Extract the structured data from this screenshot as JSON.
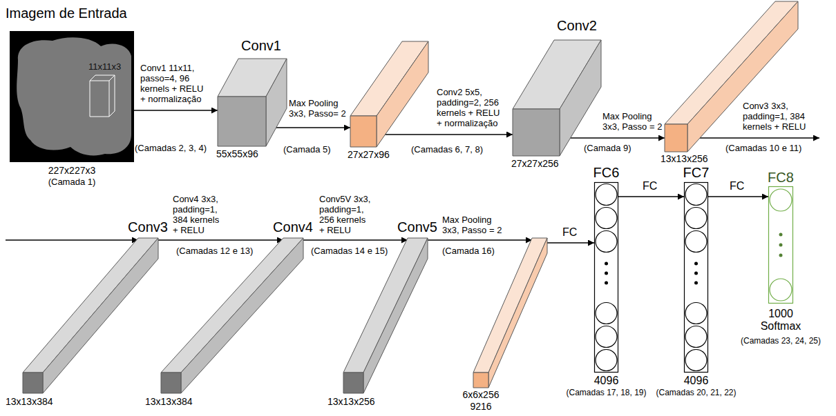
{
  "diagram": {
    "nodes": [
      {
        "text": [
          "Imagem de Entrada",
          "11x11x3",
          "227x227x3",
          "(Camada 1)"
        ]
      },
      {
        "text": [
          "Conv1",
          "55x55x96"
        ]
      },
      {
        "text": [
          "27x27x96"
        ]
      },
      {
        "text": [
          "Conv2",
          "27x27x256"
        ]
      },
      {
        "text": [
          "13x13x256"
        ]
      },
      {
        "text": [
          "Conv3",
          "13x13x384"
        ]
      },
      {
        "text": [
          "Conv4",
          "13x13x384"
        ]
      },
      {
        "text": [
          "Conv5",
          "13x13x256"
        ]
      },
      {
        "text": [
          "6x6x256",
          "9216"
        ]
      },
      {
        "text": [
          "FC6",
          "4096",
          "(Camadas 17, 18, 19)"
        ]
      },
      {
        "text": [
          "FC7",
          "4096",
          "(Camadas 20, 21, 22)"
        ]
      },
      {
        "text": [
          "FC8",
          "1000 Softmax",
          "(Camadas 23, 24, 25)"
        ]
      }
    ],
    "edges": [
      {
        "from": 0,
        "to": 1,
        "arrow": "to",
        "label": "Conv1 11x11, passo=4, 96 kernels + RELU + normalização"
      },
      {
        "from": 1,
        "to": 2,
        "arrow": "to",
        "label": "Max Pooling 3x3, Passo= 2"
      },
      {
        "from": 2,
        "to": 3,
        "arrow": "to",
        "label": "Conv2 5x5, padding=2, 256 kernels + RELU + normalização"
      },
      {
        "from": 3,
        "to": 4,
        "arrow": "to",
        "label": "Max Pooling 3x3, Passo = 2"
      },
      {
        "from": 4,
        "to": 5,
        "arrow": "to",
        "label": "Conv3 3x3, padding=1, 384 kernels + RELU"
      },
      {
        "from": 5,
        "to": 6,
        "arrow": "to",
        "label": "Conv4 3x3, padding=1, 384 kernels + RELU"
      },
      {
        "from": 6,
        "to": 7,
        "arrow": "to",
        "label": "Conv5V 3x3, padding=1, 256 kernels + RELU"
      },
      {
        "from": 7,
        "to": 8,
        "arrow": "to",
        "label": "Max Pooling 3x3, Passo = 2"
      },
      {
        "from": 8,
        "to": 9,
        "arrow": "to",
        "label": "FC"
      },
      {
        "from": 9,
        "to": 10,
        "arrow": "to",
        "label": "FC"
      },
      {
        "from": 10,
        "to": 11,
        "arrow": "to",
        "label": "FC"
      }
    ],
    "labels": [
      "(Camadas 2, 3, 4)",
      "(Camada 5)",
      "(Camadas 6, 7, 8)",
      "(Camada 9)",
      "(Camadas 10 e 11)",
      "(Camadas 12 e 13)",
      "(Camadas 14 e 15)",
      "(Camada 16)"
    ]
  }
}
